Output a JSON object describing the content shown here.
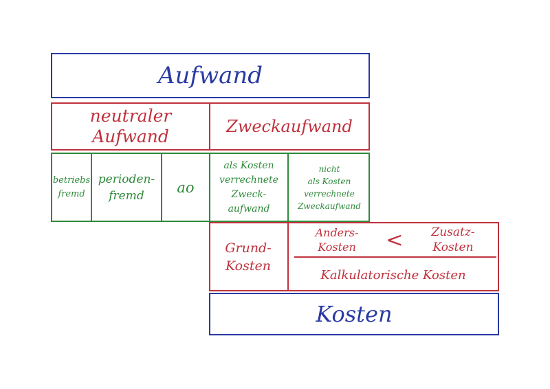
{
  "diagram": {
    "top": {
      "aufwand": "Aufwand",
      "neutraler_aufwand": "neutraler\nAufwand",
      "zweckaufwand": "Zweckaufwand"
    },
    "green_row": {
      "betriebsfremd": "betriebs\nfremd",
      "periodenfremd": "perioden-\nfremd",
      "ao": "ao",
      "als_kosten": "als Kosten\nverrechnete\nZweck-\naufwand",
      "nicht_als_kosten": "nicht\nals Kosten\nverrechnete\nZweckaufwand"
    },
    "bottom": {
      "grundkosten": "Grund-\nKosten",
      "anderskosten": "Anders-\nKosten",
      "compare_symbol": "<",
      "zusatzkosten": "Zusatz-\nKosten",
      "kalkulatorische": "Kalkulatorische Kosten",
      "kosten": "Kosten"
    },
    "colors": {
      "blue": "#2a3aa3",
      "red": "#c0313d",
      "green": "#2f8a3a"
    }
  }
}
